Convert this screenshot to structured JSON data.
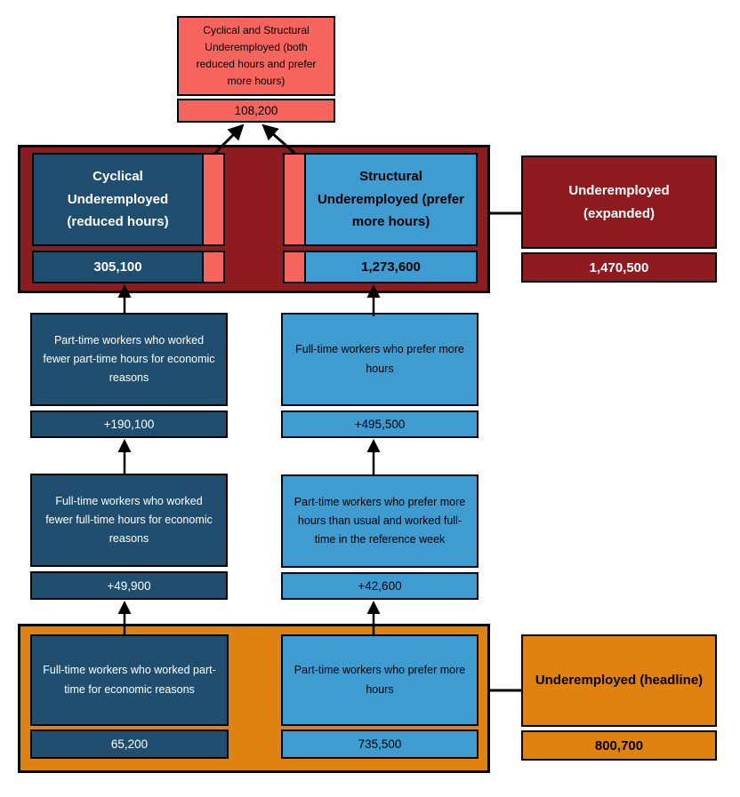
{
  "palette": {
    "pink": "#F5655E",
    "dark_red": "#8E1B1F",
    "dark_blue": "#1F4E6E",
    "light_blue": "#3E9CD1",
    "orange": "#E0820F"
  },
  "nodes": {
    "combined": {
      "label": "Cyclical and Structural Underemployed (both reduced hours and prefer more hours)",
      "value": "108,200"
    },
    "cyclical": {
      "label": "Cyclical Underemployed (reduced hours)",
      "value": "305,100"
    },
    "structural": {
      "label": "Structural Underemployed (prefer more hours)",
      "value": "1,273,600"
    },
    "expanded": {
      "label": "Underemployed (expanded)",
      "value": "1,470,500"
    },
    "pt_fewer_pt_hours": {
      "label": "Part-time workers who worked fewer part-time hours for economic reasons",
      "value": "+190,100"
    },
    "ft_prefer_more": {
      "label": "Full-time workers who prefer more hours",
      "value": "+495,500"
    },
    "ft_fewer_ft_hours": {
      "label": "Full-time workers who worked fewer full-time hours for economic reasons",
      "value": "+49,900"
    },
    "pt_prefer_more_worked_ft": {
      "label": "Part-time workers who prefer more hours than usual and worked full-time in the reference week",
      "value": "+42,600"
    },
    "ft_worked_pt": {
      "label": "Full-time workers who worked part-time for economic reasons",
      "value": "65,200"
    },
    "pt_prefer_more": {
      "label": "Part-time workers who prefer more hours",
      "value": "735,500"
    },
    "headline": {
      "label": "Underemployed (headline)",
      "value": "800,700"
    }
  }
}
